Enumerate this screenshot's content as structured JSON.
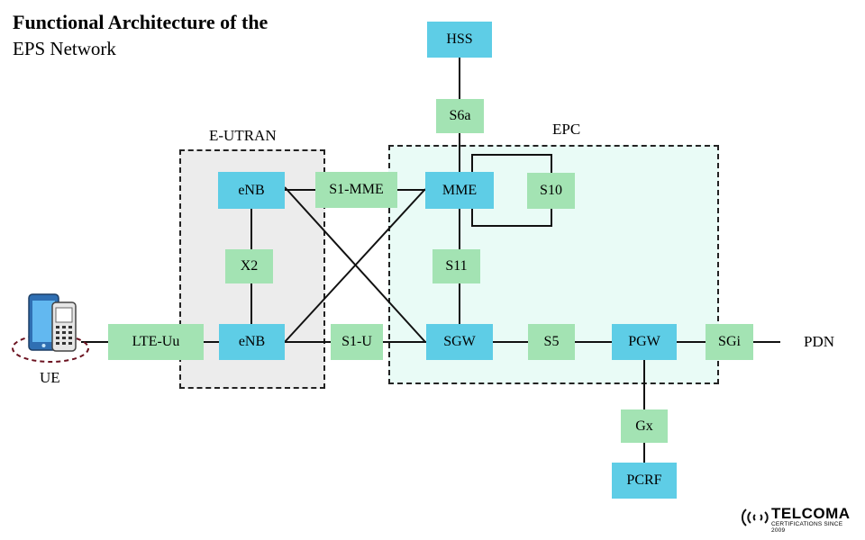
{
  "title": {
    "line1": "Functional Architecture of the",
    "line2": "EPS Network"
  },
  "regions": {
    "eutran": "E-UTRAN",
    "epc": "EPC"
  },
  "nodes": {
    "hss": "HSS",
    "s6a": "S6a",
    "enb_top": "eNB",
    "s1_mme": "S1-MME",
    "mme": "MME",
    "s10": "S10",
    "x2": "X2",
    "s11": "S11",
    "lte_uu": "LTE-Uu",
    "enb_bottom": "eNB",
    "s1_u": "S1-U",
    "sgw": "SGW",
    "s5": "S5",
    "pgw": "PGW",
    "sgi": "SGi",
    "gx": "Gx",
    "pcrf": "PCRF"
  },
  "labels": {
    "ue": "UE",
    "pdn": "PDN"
  },
  "brand": {
    "name": "TELCOMA",
    "tagline": "CERTIFICATIONS SINCE 2009"
  },
  "colors": {
    "element": "#5ecde6",
    "interface": "#a3e3b3",
    "eutran_bg": "#ececec",
    "epc_bg": "#e9fbf6"
  }
}
